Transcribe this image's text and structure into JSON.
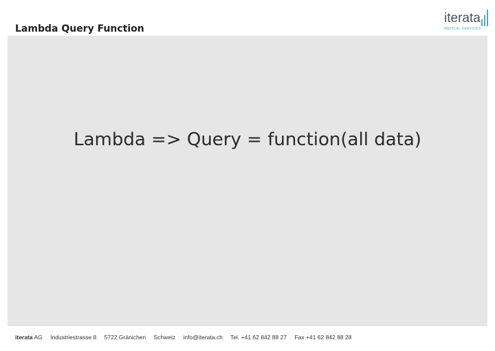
{
  "slide": {
    "title": "Lambda Query Function",
    "formula": "Lambda =>  Query = function(all data)"
  },
  "logo": {
    "wordmark": "iterata",
    "tagline": "MEDICAL SERVICES",
    "accent_color": "#5aa6c8",
    "icon": "bar-chart-icon"
  },
  "footer": {
    "company": "iterata",
    "company_suffix": "AG",
    "street": "Industriestrasse 8",
    "city": "5722 Gränichen",
    "country": "Schweiz",
    "email": "info@iterata.ch",
    "phone": "Tel. +41 62 842 88 27",
    "fax": "Fax +41 62 842 88 28"
  },
  "colors": {
    "panel_background": "#e6e6e6",
    "text": "#222222"
  }
}
